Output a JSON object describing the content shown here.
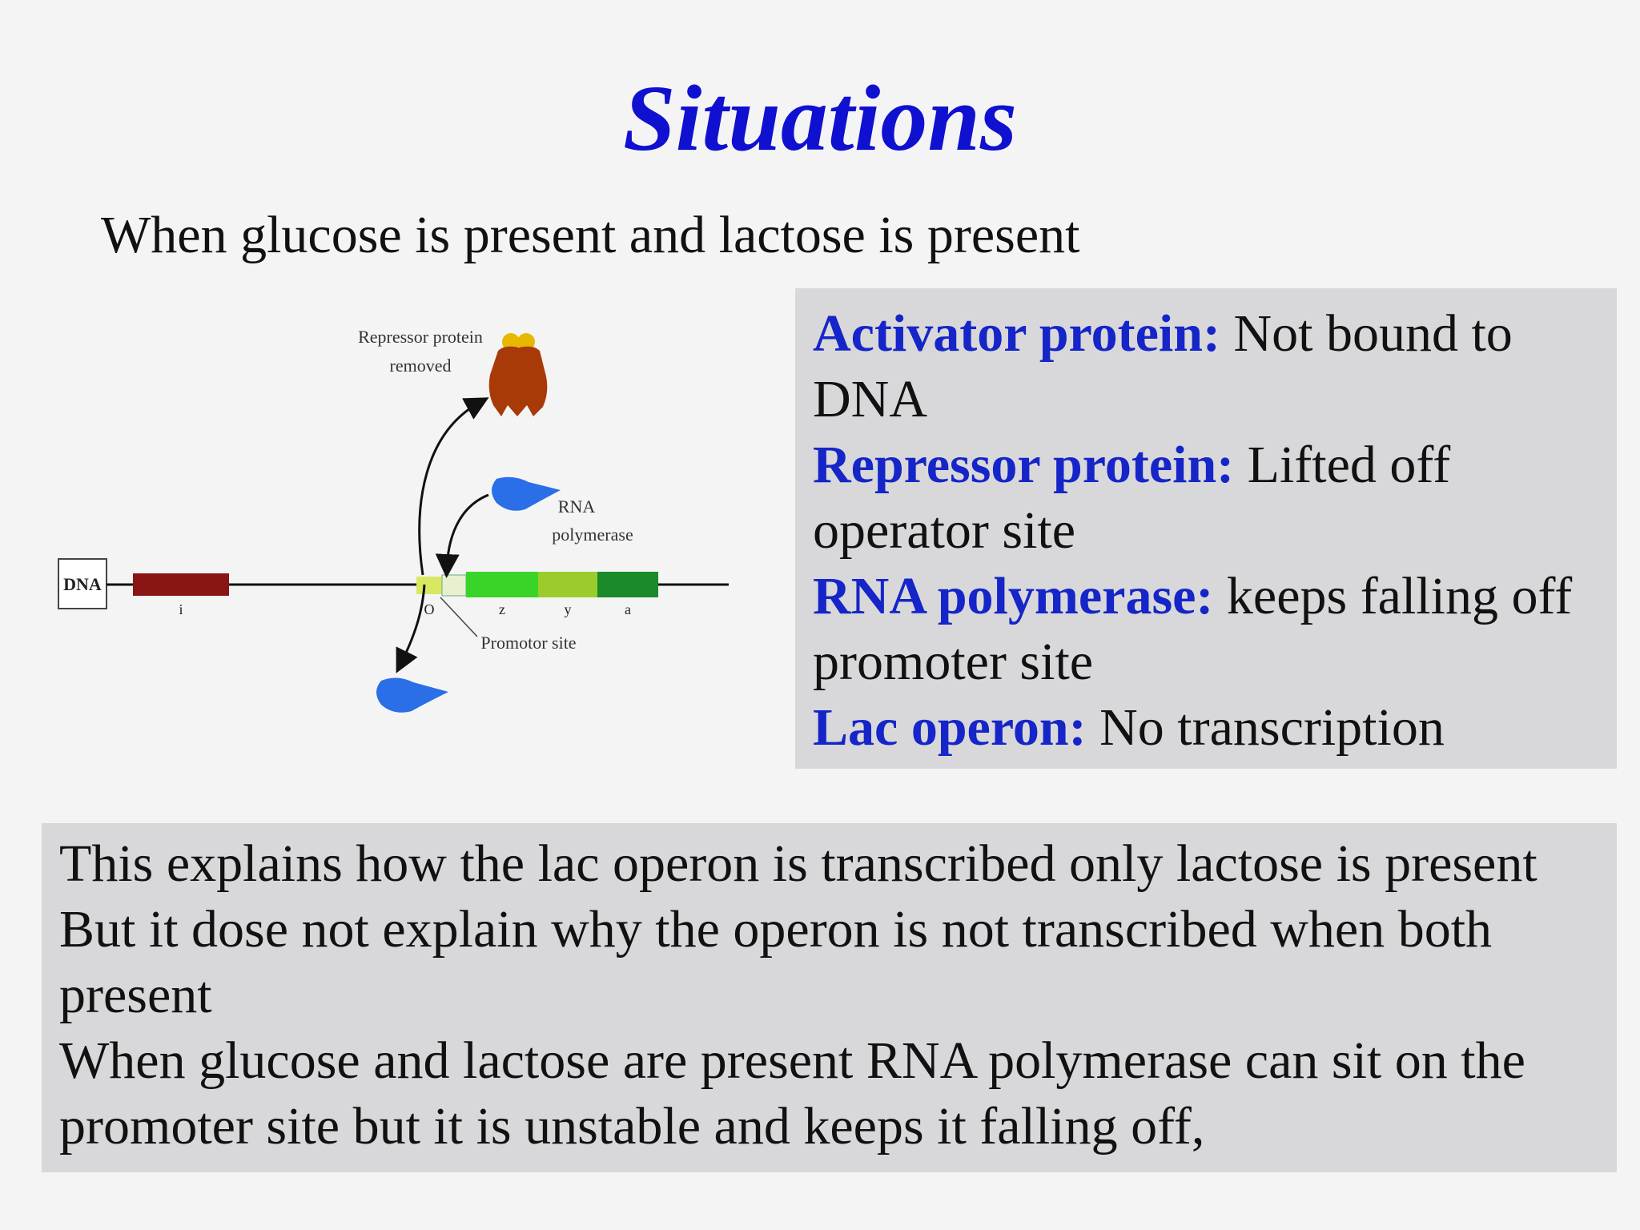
{
  "slide": {
    "title": "Situations",
    "subtitle": "When glucose is present and lactose is present"
  },
  "diagram": {
    "dna_label": "DNA",
    "repressor_label_1": "Repressor protein",
    "repressor_label_2": "removed",
    "rna_label_1": "RNA",
    "rna_label_2": "polymerase",
    "promotor_label": "Promotor site",
    "gene_i": "i",
    "gene_o": "O",
    "gene_z": "z",
    "gene_y": "y",
    "gene_a": "a",
    "colors": {
      "repressor": "#a83a08",
      "polymerase": "#2a6ee8",
      "gene_i": "#8a1515",
      "gene_z": "#3ad428",
      "gene_y": "#9ccc2c",
      "gene_a": "#1a8a2a"
    }
  },
  "info": {
    "activator_key": "Activator protein:",
    "activator_val": " Not bound to",
    "activator_val2": "DNA",
    "repressor_key": "Repressor protein:",
    "repressor_val": " Lifted off",
    "repressor_val2": "operator site",
    "rna_key": "RNA polymerase:",
    "rna_val": " keeps falling off",
    "rna_val2": "promoter site",
    "lac_key": "Lac operon:",
    "lac_val": " No transcription"
  },
  "note": {
    "line1": "This explains how the lac operon is transcribed only lactose is present",
    "line2": "But it dose not explain why the operon is not transcribed when both",
    "line3": "present",
    "line4": "When glucose and lactose are present RNA polymerase can sit on the",
    "line5": "promoter site but it is unstable and keeps it falling off,"
  }
}
